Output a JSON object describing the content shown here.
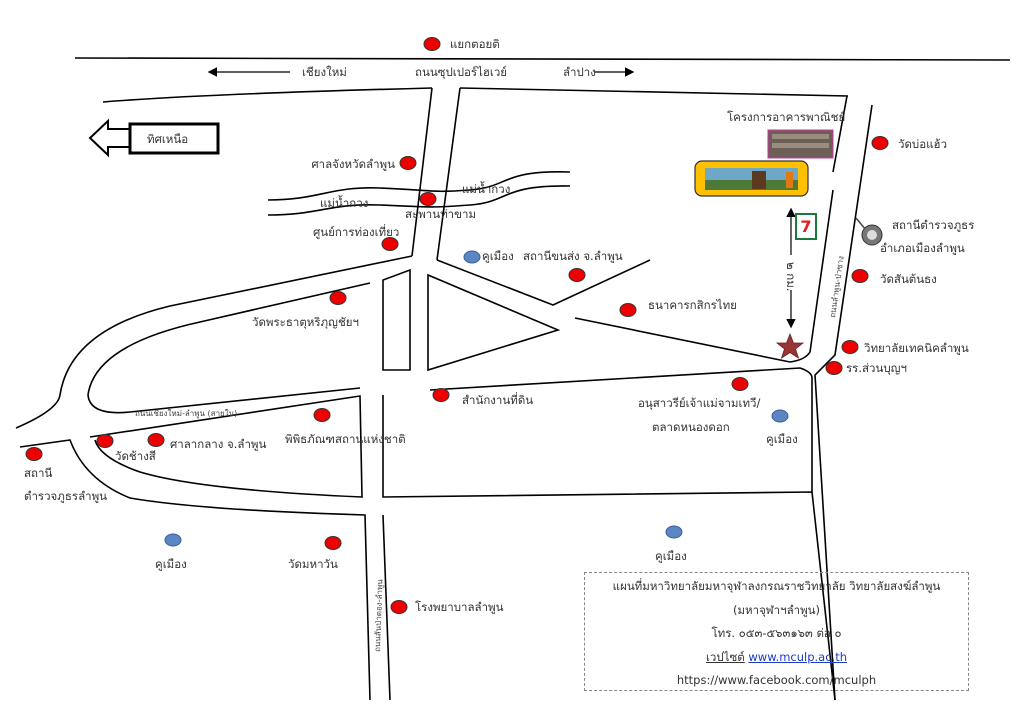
{
  "north": {
    "label": "ทิศเหนือ"
  },
  "roads": {
    "superhighway": "ถนนซุปเปอร์ไฮเวย์",
    "to_chiangmai": "เชียงใหม่",
    "to_lampang": "ลำปาง",
    "chiangmai_lamphun_inner": "ถนนเชียงใหม่-ลำพูน (สายใน)",
    "lamphun_pasang": "ถนนลำพูน-ป่าซาง",
    "sanpatong_lamphun": "ถนนสันป่าตอง-ลำพูน",
    "distance": "๒ กม."
  },
  "river": {
    "label_west": "แม่น้ำกวง",
    "label_east": "แม่น้ำกวง"
  },
  "places": {
    "yaek_doi_ti": "แยกตอยติ",
    "court": "ศาลจังหวัดลำพูน",
    "tha_kham_bridge": "สะพานท่าขาม",
    "tourist_center": "ศูนย์การท่องเที่ยว",
    "wat_phra_that": "วัดพระธาตุหริภุญชัยฯ",
    "bus_station": "สถานีขนส่ง จ.ลำพูน",
    "kasikorn_bank": "ธนาคารกสิกรไทย",
    "land_office": "สำนักงานที่ดิน",
    "national_museum": "พิพิธภัณฑสถานแห่งชาติ",
    "chamthewi_monument_1": "อนุสาวรีย์เจ้าแม่จามเทวี/",
    "chamthewi_monument_2": "ตลาดหนองดอก",
    "city_hall": "ศาลากลาง จ.ลำพูน",
    "wat_chang_si": "วัดช้างสี",
    "police_station_1": "สถานี",
    "police_station_2": "ตำรวจภูธรลำพูน",
    "wat_mahawan": "วัดมหาวัน",
    "hospital": "โรงพยาบาลลำพูน",
    "wat_bo_haeo": "วัดบ่อแฮ้ว",
    "wat_san_ton_thong": "วัดสันต้นธง",
    "technical_college": "วิทยาลัยเทคนิคลำพูน",
    "suan_bun_school": "รร.ส่วนบุญฯ",
    "muang_police_1": "สถานีตำรวจภูธร",
    "muang_police_2": "อำเภอเมืองลำพูน",
    "commercial_building": "โครงการอาคารพาณิชย์",
    "moat_1": "คูเมือง",
    "moat_2": "คูเมือง",
    "moat_3": "คูเมือง",
    "moat_4": "คูเมือง"
  },
  "info": {
    "title": "แผนที่มหาวิทยาลัยมหาจุฬาลงกรณราชวิทยาลัย วิทยาลัยสงฆ์ลำพูน",
    "subtitle": "(มหาจุฬาฯลำพูน)",
    "phone": "โทร. ๐๕๓-๕๖๓๑๖๓ ต่อ ๐",
    "website_label": "เวปไซต์",
    "website": "www.mculp.ac.th",
    "facebook": "https://www.facebook.com/mculph"
  },
  "colors": {
    "marker": "#ee0000",
    "moat": "#5b86c4",
    "campus_box": "#ffc000",
    "star": "#9b3535"
  }
}
